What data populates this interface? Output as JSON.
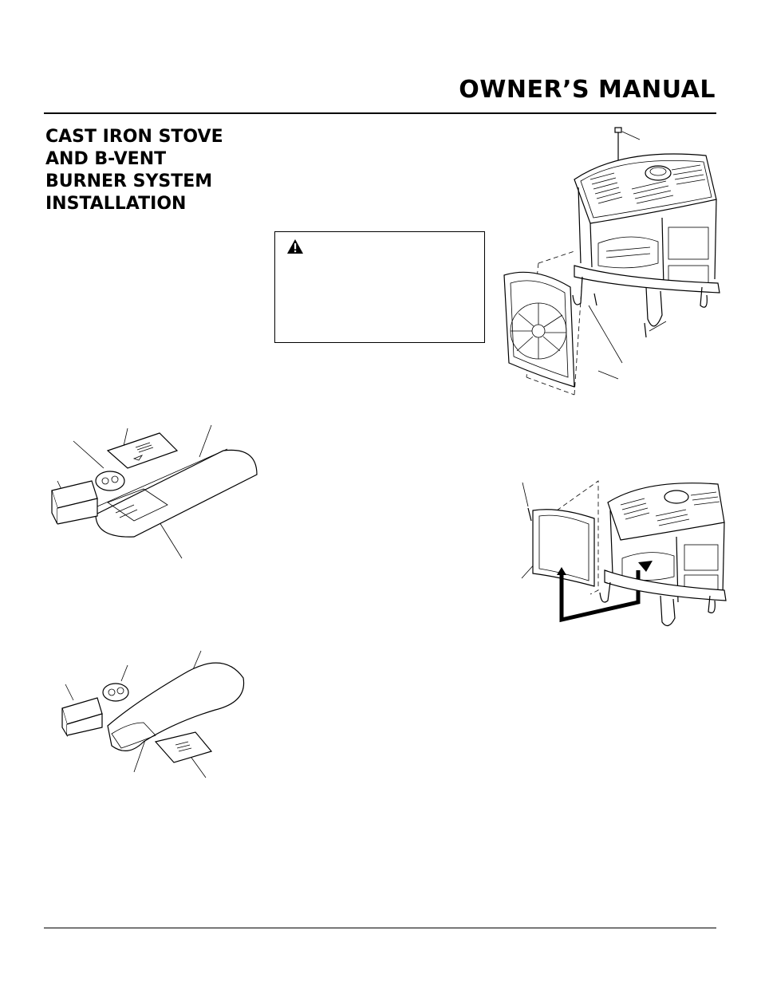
{
  "header": {
    "title": "OWNER’S MANUAL"
  },
  "section": {
    "title_lines": [
      "CAST IRON STOVE",
      "AND B-VENT",
      "BURNER SYSTEM",
      "INSTALLATION"
    ]
  },
  "warning": {
    "icon": "warning-triangle-icon"
  },
  "figures": {
    "remote_transmitter_1": "remote-with-battery-rectangular",
    "remote_transmitter_2": "remote-with-battery-curved",
    "stove_front_removal": "stove-front-panel-exploded",
    "stove_glass_removal": "stove-glass-frame-exploded"
  }
}
